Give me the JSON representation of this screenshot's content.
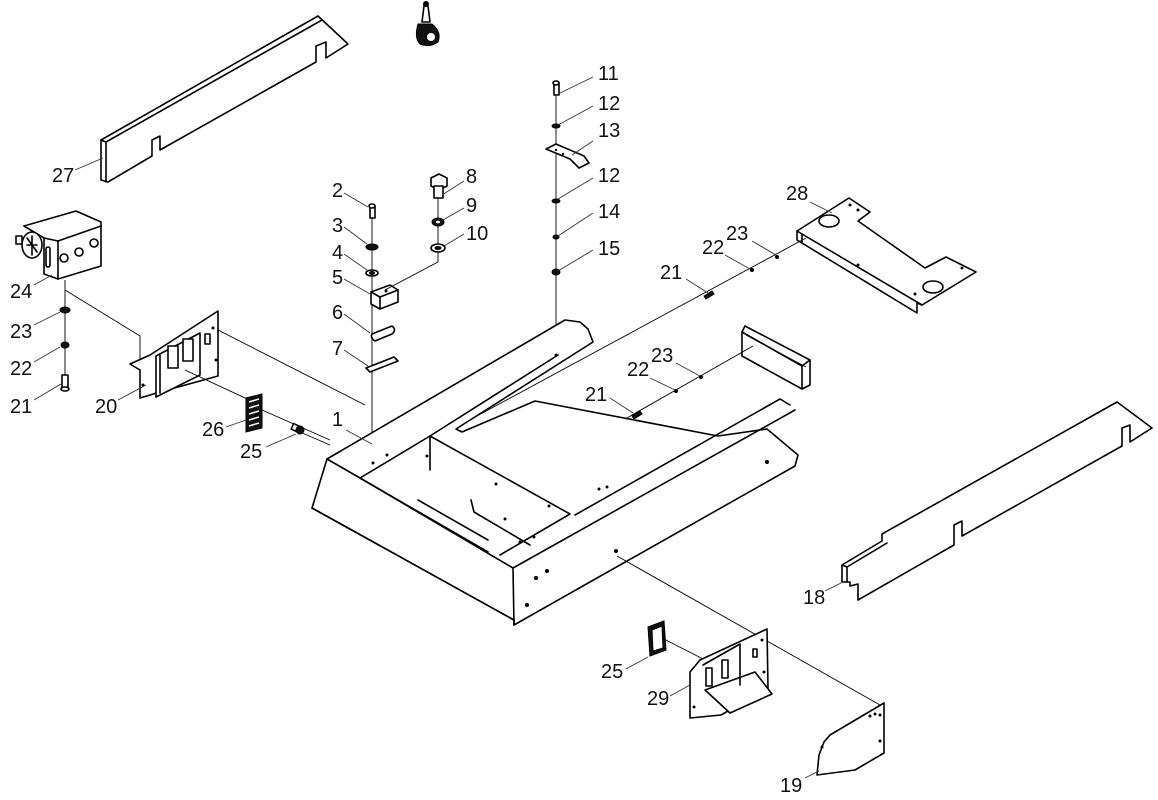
{
  "diagram": {
    "title": "Exploded parts view — frame assembly",
    "background": "#ffffff",
    "line_color": "#000000",
    "callouts": [
      {
        "id": "1",
        "label": "1"
      },
      {
        "id": "2",
        "label": "2"
      },
      {
        "id": "3",
        "label": "3"
      },
      {
        "id": "4",
        "label": "4"
      },
      {
        "id": "5",
        "label": "5"
      },
      {
        "id": "6",
        "label": "6"
      },
      {
        "id": "7",
        "label": "7"
      },
      {
        "id": "8",
        "label": "8"
      },
      {
        "id": "9",
        "label": "9"
      },
      {
        "id": "10",
        "label": "10"
      },
      {
        "id": "11",
        "label": "11"
      },
      {
        "id": "12a",
        "label": "12"
      },
      {
        "id": "13",
        "label": "13"
      },
      {
        "id": "12b",
        "label": "12"
      },
      {
        "id": "14",
        "label": "14"
      },
      {
        "id": "15",
        "label": "15"
      },
      {
        "id": "18",
        "label": "18"
      },
      {
        "id": "19",
        "label": "19"
      },
      {
        "id": "20",
        "label": "20"
      },
      {
        "id": "21a",
        "label": "21"
      },
      {
        "id": "22a",
        "label": "22"
      },
      {
        "id": "23a",
        "label": "23"
      },
      {
        "id": "24",
        "label": "24"
      },
      {
        "id": "25a",
        "label": "25"
      },
      {
        "id": "26",
        "label": "26"
      },
      {
        "id": "27",
        "label": "27"
      },
      {
        "id": "21b",
        "label": "21"
      },
      {
        "id": "22b",
        "label": "22"
      },
      {
        "id": "23b",
        "label": "23"
      },
      {
        "id": "28",
        "label": "28"
      },
      {
        "id": "21c",
        "label": "21"
      },
      {
        "id": "22c",
        "label": "22"
      },
      {
        "id": "23c",
        "label": "23"
      },
      {
        "id": "25b",
        "label": "25"
      },
      {
        "id": "29",
        "label": "29"
      }
    ]
  }
}
